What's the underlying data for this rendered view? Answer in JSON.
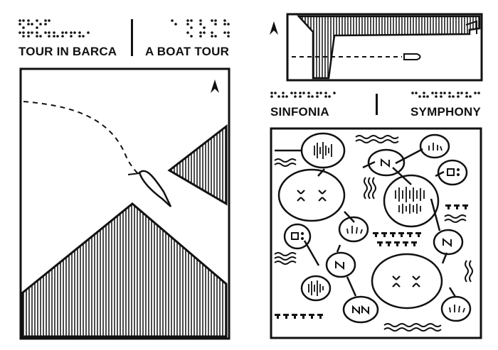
{
  "left": {
    "label_it": "TOUR IN BARCA",
    "label_en": "A BOAT TOUR"
  },
  "right": {
    "label_it": "SINFONIA",
    "label_en": "SYMPHONY"
  },
  "colors": {
    "ink": "#111111",
    "paper": "#ffffff"
  },
  "icons": [
    "north-arrow-icon",
    "boat-icon",
    "braille-text",
    "sound-wave-icon",
    "note-glyph-icon"
  ]
}
